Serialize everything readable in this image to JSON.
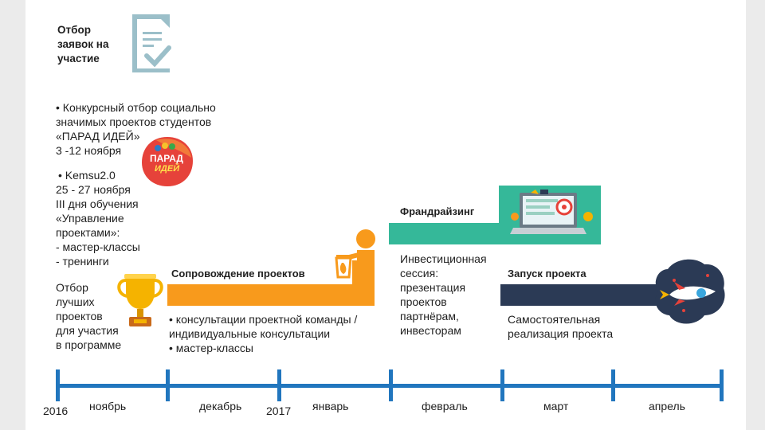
{
  "stage1": {
    "title_lines": [
      "Отбор",
      "заявок на",
      "участие"
    ],
    "bullets1": [
      "• Конкурсный отбор социально",
      "значимых проектов студентов",
      "«ПАРАД ИДЕЙ»",
      "3 -12 ноября"
    ],
    "bullets2": [
      "• Kemsu2.0",
      "25 - 27 ноября",
      "III дня обучения",
      "«Управление",
      "проектами»:",
      "- мастер-классы",
      "- тренинги"
    ],
    "bullets3": [
      "Отбор",
      "лучших",
      "проектов",
      "для участия",
      "в программе"
    ],
    "logo_text": [
      "ПАРАД",
      "ИДЕЙ"
    ]
  },
  "stage2": {
    "title": "Сопровождение проектов",
    "lines": [
      "• консультации проектной команды /",
      "индивидуальные консультации",
      "• мастер-классы"
    ]
  },
  "stage3": {
    "title": "Франдрайзинг",
    "lines": [
      "Инвестиционная",
      "сессия:",
      "презентация",
      "проектов",
      "партнёрам,",
      "инвесторам"
    ]
  },
  "stage4": {
    "title": "Запуск проекта",
    "lines": [
      "Самостоятельная",
      "реализация проекта"
    ]
  },
  "timeline": {
    "year_start": "2016",
    "year_mid": "2017",
    "months": [
      "ноябрь",
      "декабрь",
      "январь",
      "февраль",
      "март",
      "апрель"
    ]
  },
  "colors": {
    "stage1": "#9bbfc9",
    "stage2": "#f89a1c",
    "stage3": "#35b899",
    "stage4": "#2b3a55",
    "timeline": "#2176be"
  },
  "icons": [
    "document-check-icon",
    "parad-idei-logo",
    "trophy-icon",
    "person-lamp-icon",
    "laptop-icon",
    "rocket-icon"
  ]
}
